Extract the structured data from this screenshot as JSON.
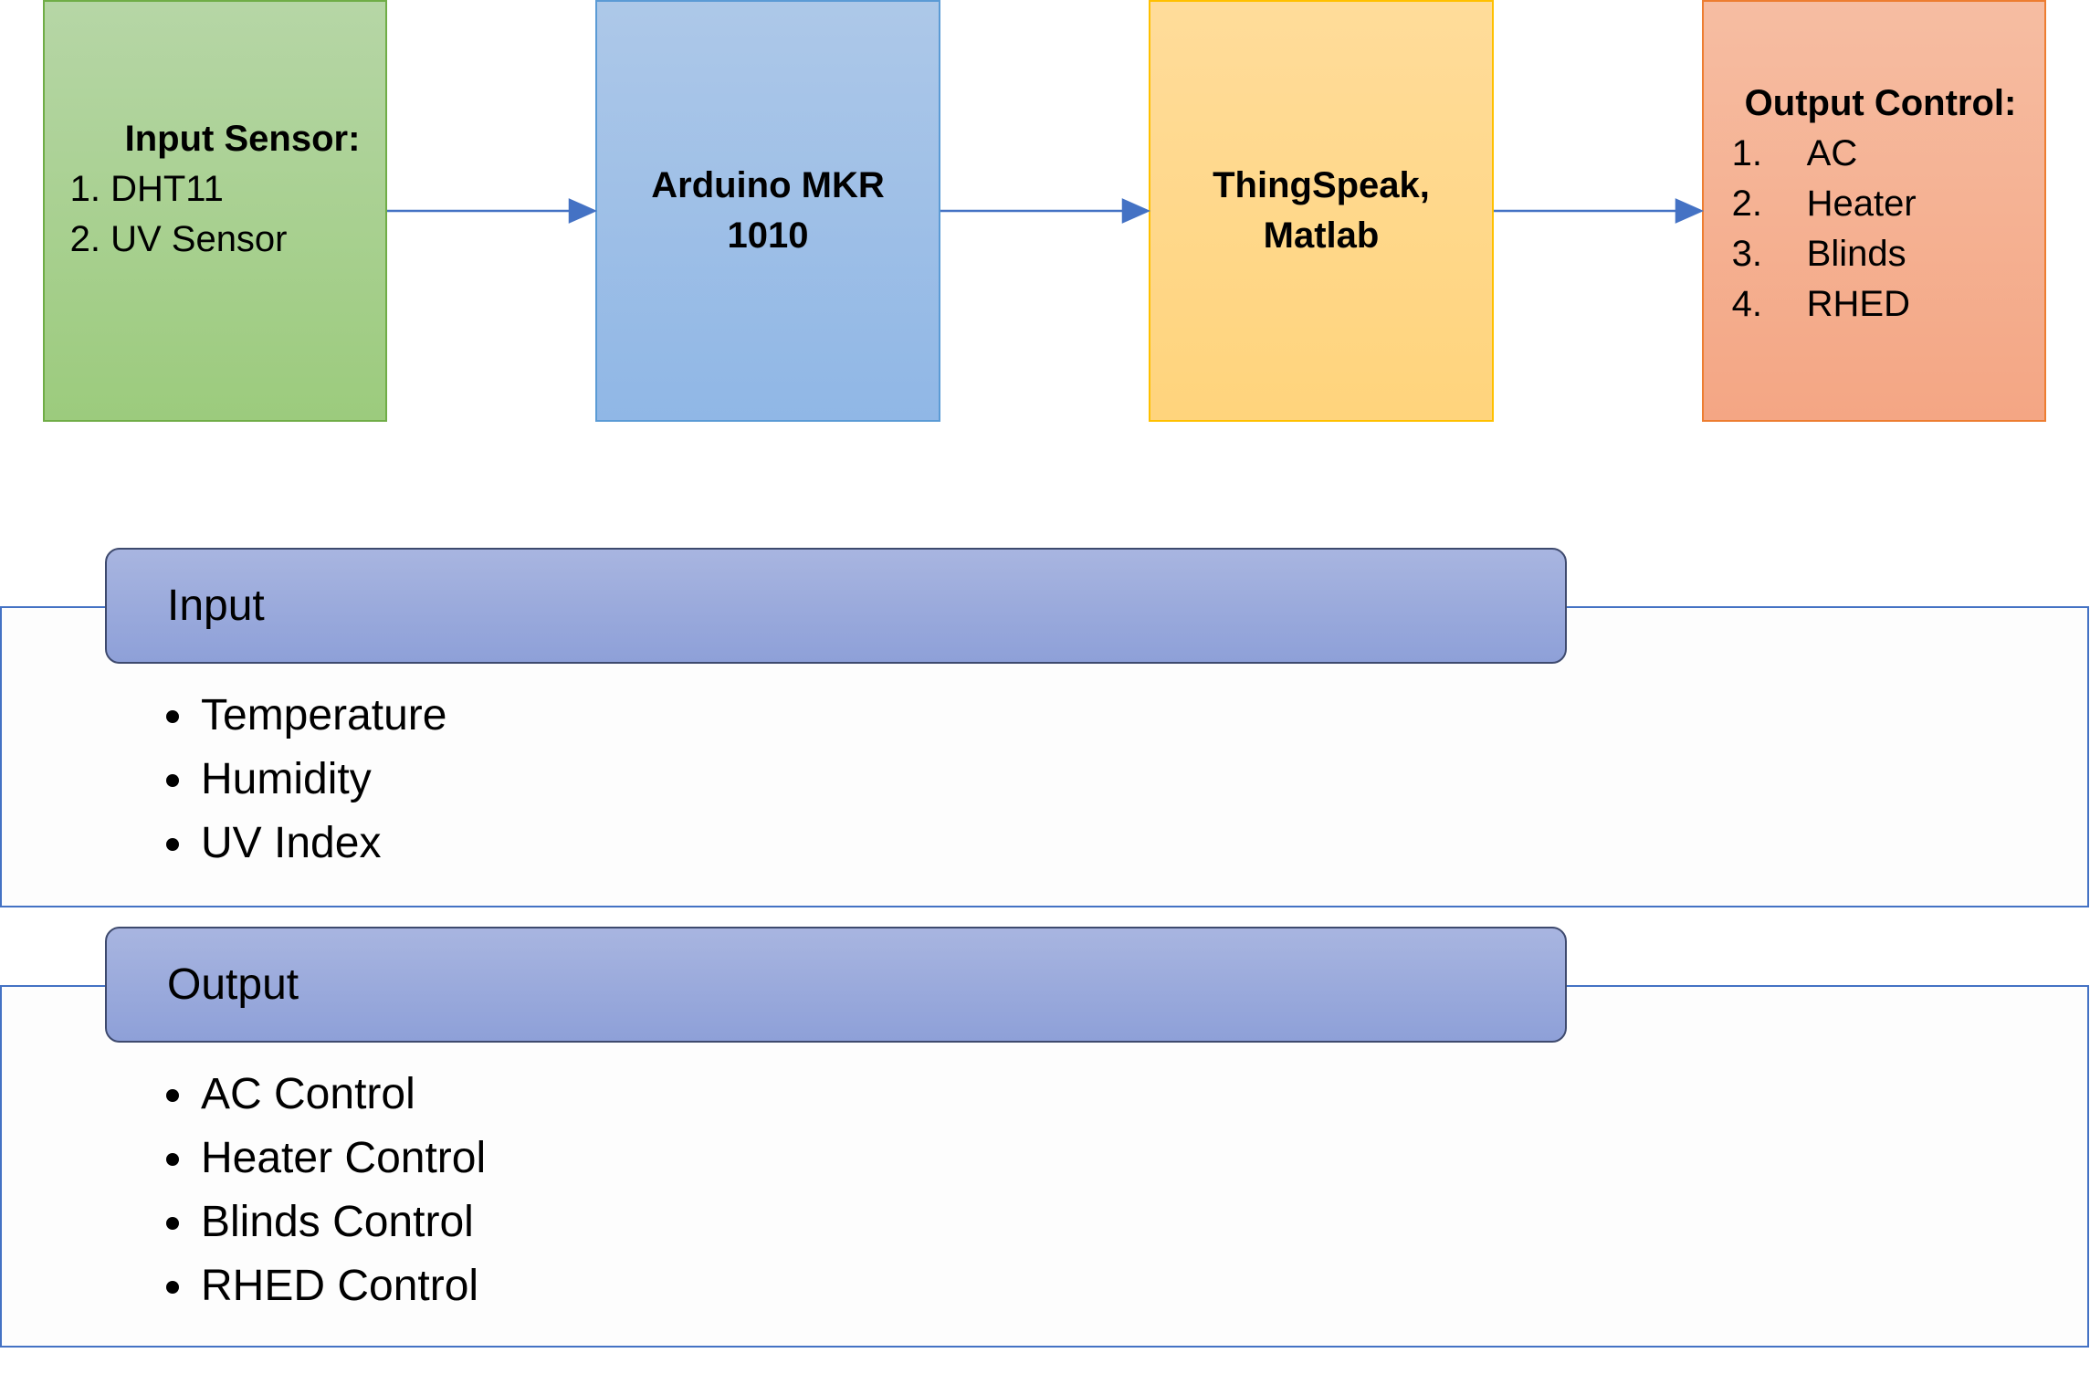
{
  "flow": {
    "input_sensor": {
      "title": "Input Sensor:",
      "items": [
        "1. DHT11",
        "2. UV Sensor"
      ]
    },
    "arduino": {
      "line1": "Arduino MKR",
      "line2": "1010"
    },
    "thingspeak": {
      "line1": "ThingSpeak,",
      "line2": "Matlab"
    },
    "output_control": {
      "title": "Output Control:",
      "items": [
        {
          "num": "1.",
          "label": "AC"
        },
        {
          "num": "2.",
          "label": "Heater"
        },
        {
          "num": "3.",
          "label": "Blinds"
        },
        {
          "num": "4.",
          "label": "RHED"
        }
      ]
    }
  },
  "input_panel": {
    "header": "Input",
    "items": [
      "Temperature",
      "Humidity",
      "UV Index"
    ]
  },
  "output_panel": {
    "header": "Output",
    "items": [
      "AC Control",
      "Heater Control",
      "Blinds Control",
      "RHED Control"
    ]
  },
  "colors": {
    "arrow": "#4472c4",
    "green_box": "#9ccb7d",
    "blue_box": "#90b7e6",
    "yellow_box": "#ffd47c",
    "orange_box": "#f4a684",
    "tab_fill": "#8ea0d8"
  }
}
